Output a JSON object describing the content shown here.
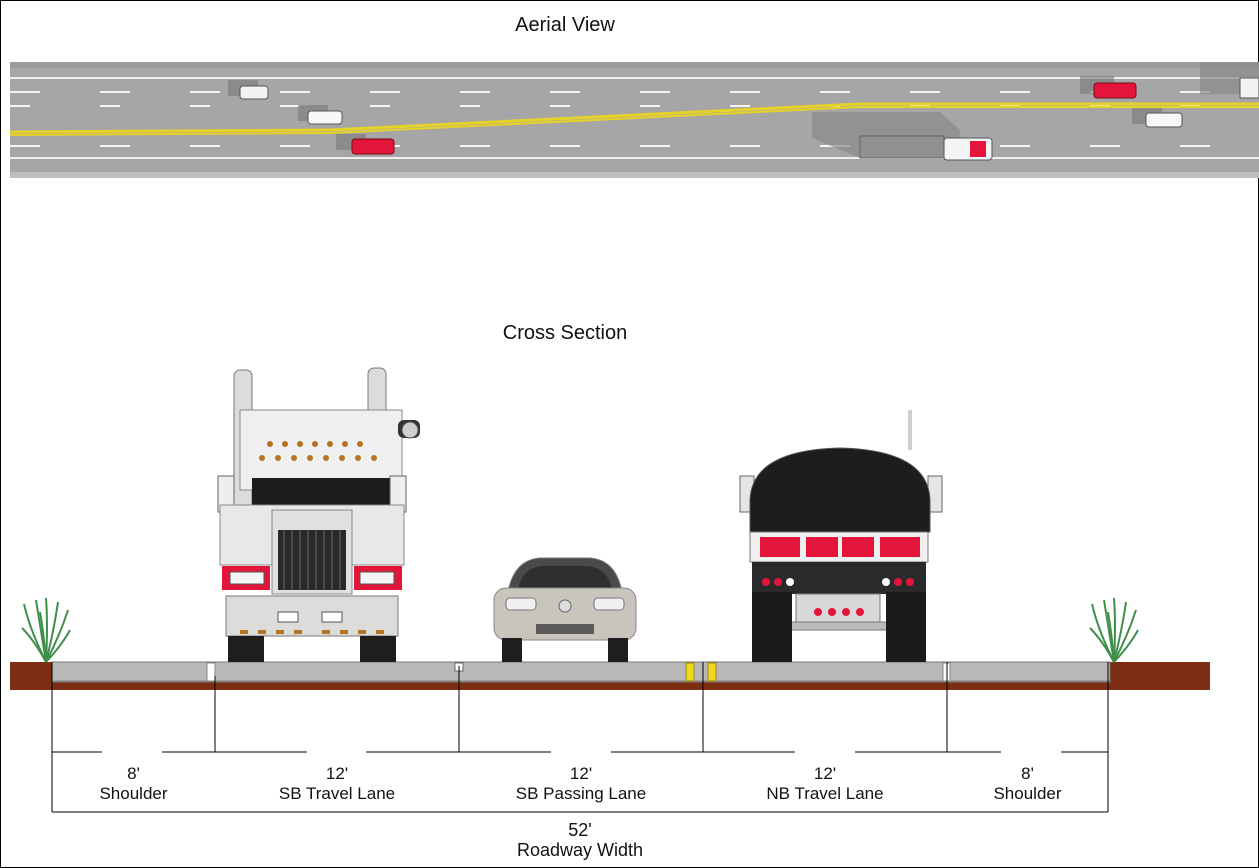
{
  "titles": {
    "aerial": "Aerial View",
    "cross_section": "Cross Section"
  },
  "segments": [
    {
      "width": "8'",
      "name": "Shoulder"
    },
    {
      "width": "12'",
      "name": "SB Travel Lane"
    },
    {
      "width": "12'",
      "name": "SB Passing Lane"
    },
    {
      "width": "12'",
      "name": "NB Travel Lane"
    },
    {
      "width": "8'",
      "name": "Shoulder"
    }
  ],
  "total": {
    "width": "52'",
    "name": "Roadway Width"
  },
  "colors": {
    "road_asphalt": "#a9a9a9",
    "road_surface": "#b8b8b8",
    "soil": "#7b2e12",
    "centerline": "#e8d23a",
    "grass": "#3f8f4a",
    "truck_red": "#e3153b"
  },
  "icons": [
    "grass-tuft-icon",
    "semi-truck-front-icon",
    "sedan-front-icon",
    "tanker-truck-rear-icon"
  ]
}
